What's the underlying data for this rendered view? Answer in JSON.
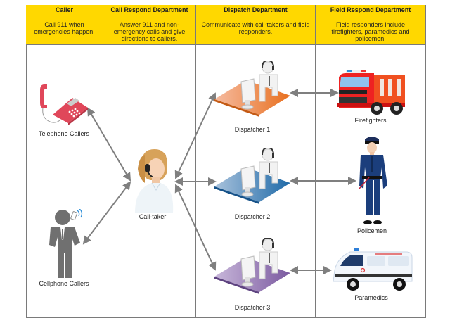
{
  "columns": [
    {
      "title": "Caller",
      "description": "Call 911 when emergencies happen."
    },
    {
      "title": "Call Respond Department",
      "description": "Answer 911 and non-emergency calls  and give directions to callers."
    },
    {
      "title": "Dispatch Department",
      "description": "Communicate with call-takers and field responders."
    },
    {
      "title": "Field Respond Department",
      "description": "Field responders include firefighters, paramedics and policemen."
    }
  ],
  "callers": [
    {
      "label": "Telephone Callers",
      "icon": "telephone-icon"
    },
    {
      "label": "Cellphone Callers",
      "icon": "cellphone-caller-icon"
    }
  ],
  "call_taker": {
    "label": "Call-taker",
    "icon": "call-taker-icon"
  },
  "dispatchers": [
    {
      "label": "Dispatcher 1",
      "desk_color": "#e8701f"
    },
    {
      "label": "Dispatcher 2",
      "desk_color": "#1f6aa8"
    },
    {
      "label": "Dispatcher 3",
      "desk_color": "#7b5aa0"
    }
  ],
  "responders": [
    {
      "label": "Firefighters",
      "icon": "fire-truck-icon"
    },
    {
      "label": "Policemen",
      "icon": "police-officer-icon"
    },
    {
      "label": "Paramedics",
      "icon": "ambulance-icon"
    }
  ],
  "colors": {
    "header_bg": "#ffd800",
    "arrow": "#7f7f7f",
    "border": "#7a7a7a"
  }
}
